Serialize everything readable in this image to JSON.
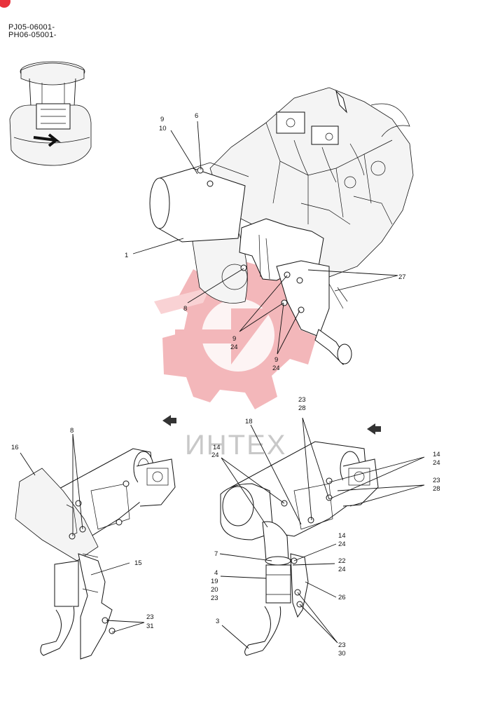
{
  "header": {
    "line1": "PJ05-06001-",
    "line2": "PH06-05001-"
  },
  "watermark": {
    "text": "ИНТЕХ",
    "color": "#e8323c"
  },
  "callouts": {
    "c1": "1",
    "c6": "6",
    "c8a": "8",
    "c9a": "9",
    "c10": "10",
    "c27": "27",
    "c9b": "9",
    "c24b": "24",
    "c9c": "9",
    "c24c": "24",
    "c16": "16",
    "c8b": "8",
    "c15": "15",
    "c23a": "23",
    "c31": "31",
    "c23b": "23",
    "c28b": "28",
    "c18": "18",
    "c14a": "14",
    "c24d": "24",
    "c14b": "14",
    "c24e": "24",
    "c23c": "23",
    "c28c": "28",
    "c7": "7",
    "c14c": "14",
    "c24f": "24",
    "c22": "22",
    "c24g": "24",
    "c4": "4",
    "c19": "19",
    "c20": "20",
    "c23d": "23",
    "c26": "26",
    "c3": "3",
    "c23e": "23",
    "c30": "30"
  }
}
